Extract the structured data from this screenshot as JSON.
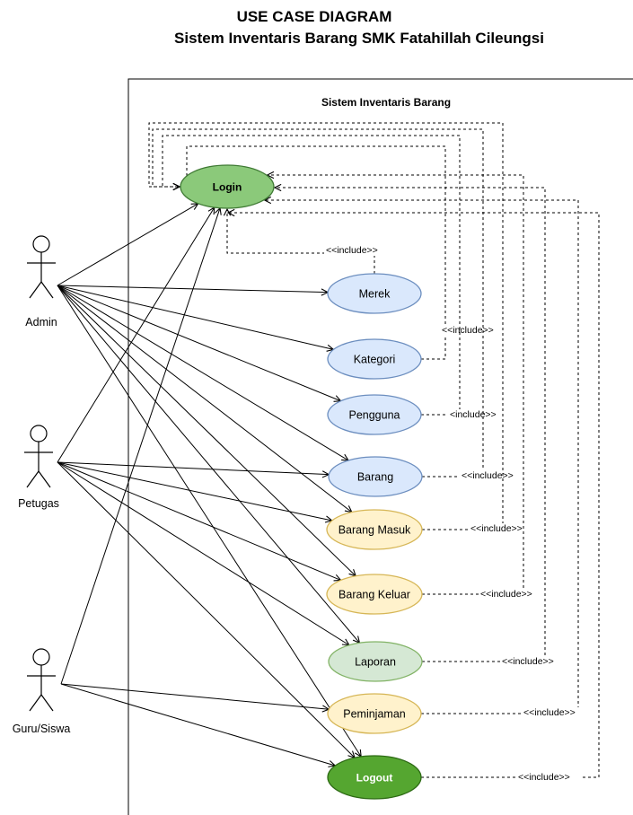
{
  "title": {
    "line1": "USE CASE DIAGRAM",
    "line2": "Sistem Inventaris Barang SMK Fatahillah Cileungsi"
  },
  "system": {
    "name": "Sistem Inventaris Barang"
  },
  "actors": [
    {
      "id": "admin",
      "label": "Admin"
    },
    {
      "id": "petugas",
      "label": "Petugas"
    },
    {
      "id": "guru",
      "label": "Guru/Siswa"
    }
  ],
  "use_cases": [
    {
      "id": "login",
      "label": "Login",
      "fill": "#8bc97a",
      "stroke": "#3f7a34",
      "bold": true
    },
    {
      "id": "merek",
      "label": "Merek",
      "fill": "#dae8fc",
      "stroke": "#6c8ebf"
    },
    {
      "id": "kategori",
      "label": "Kategori",
      "fill": "#dae8fc",
      "stroke": "#6c8ebf"
    },
    {
      "id": "pengguna",
      "label": "Pengguna",
      "fill": "#dae8fc",
      "stroke": "#6c8ebf"
    },
    {
      "id": "barang",
      "label": "Barang",
      "fill": "#dae8fc",
      "stroke": "#6c8ebf"
    },
    {
      "id": "barang_masuk",
      "label": "Barang Masuk",
      "fill": "#fff2cc",
      "stroke": "#d6b656"
    },
    {
      "id": "barang_keluar",
      "label": "Barang Keluar",
      "fill": "#fff2cc",
      "stroke": "#d6b656"
    },
    {
      "id": "laporan",
      "label": "Laporan",
      "fill": "#d5e8d4",
      "stroke": "#82b366"
    },
    {
      "id": "peminjaman",
      "label": "Peminjaman",
      "fill": "#fff2cc",
      "stroke": "#d6b656"
    },
    {
      "id": "logout",
      "label": "Logout",
      "fill": "#55a630",
      "stroke": "#2d6a14",
      "bold": true,
      "text_color": "#ffffff"
    }
  ],
  "associations": [
    {
      "actor": "admin",
      "use_case": "login"
    },
    {
      "actor": "admin",
      "use_case": "merek"
    },
    {
      "actor": "admin",
      "use_case": "kategori"
    },
    {
      "actor": "admin",
      "use_case": "pengguna"
    },
    {
      "actor": "admin",
      "use_case": "barang"
    },
    {
      "actor": "admin",
      "use_case": "barang_masuk"
    },
    {
      "actor": "admin",
      "use_case": "barang_keluar"
    },
    {
      "actor": "admin",
      "use_case": "laporan"
    },
    {
      "actor": "admin",
      "use_case": "logout"
    },
    {
      "actor": "petugas",
      "use_case": "login"
    },
    {
      "actor": "petugas",
      "use_case": "barang"
    },
    {
      "actor": "petugas",
      "use_case": "barang_masuk"
    },
    {
      "actor": "petugas",
      "use_case": "barang_keluar"
    },
    {
      "actor": "petugas",
      "use_case": "laporan"
    },
    {
      "actor": "petugas",
      "use_case": "logout"
    },
    {
      "actor": "guru",
      "use_case": "login"
    },
    {
      "actor": "guru",
      "use_case": "peminjaman"
    },
    {
      "actor": "guru",
      "use_case": "logout"
    }
  ],
  "includes": [
    {
      "from": "merek",
      "to": "login",
      "label": "<<include>>"
    },
    {
      "from": "kategori",
      "to": "login",
      "label": "<<include>>"
    },
    {
      "from": "pengguna",
      "to": "login",
      "label": "<include>>"
    },
    {
      "from": "barang",
      "to": "login",
      "label": "<<include>>"
    },
    {
      "from": "barang_masuk",
      "to": "login",
      "label": "<<include>>"
    },
    {
      "from": "barang_keluar",
      "to": "login",
      "label": "<<include>>"
    },
    {
      "from": "laporan",
      "to": "login",
      "label": "<<include>>"
    },
    {
      "from": "peminjaman",
      "to": "login",
      "label": "<<include>>"
    },
    {
      "from": "logout",
      "to": "login",
      "label": "<<include>>"
    }
  ]
}
